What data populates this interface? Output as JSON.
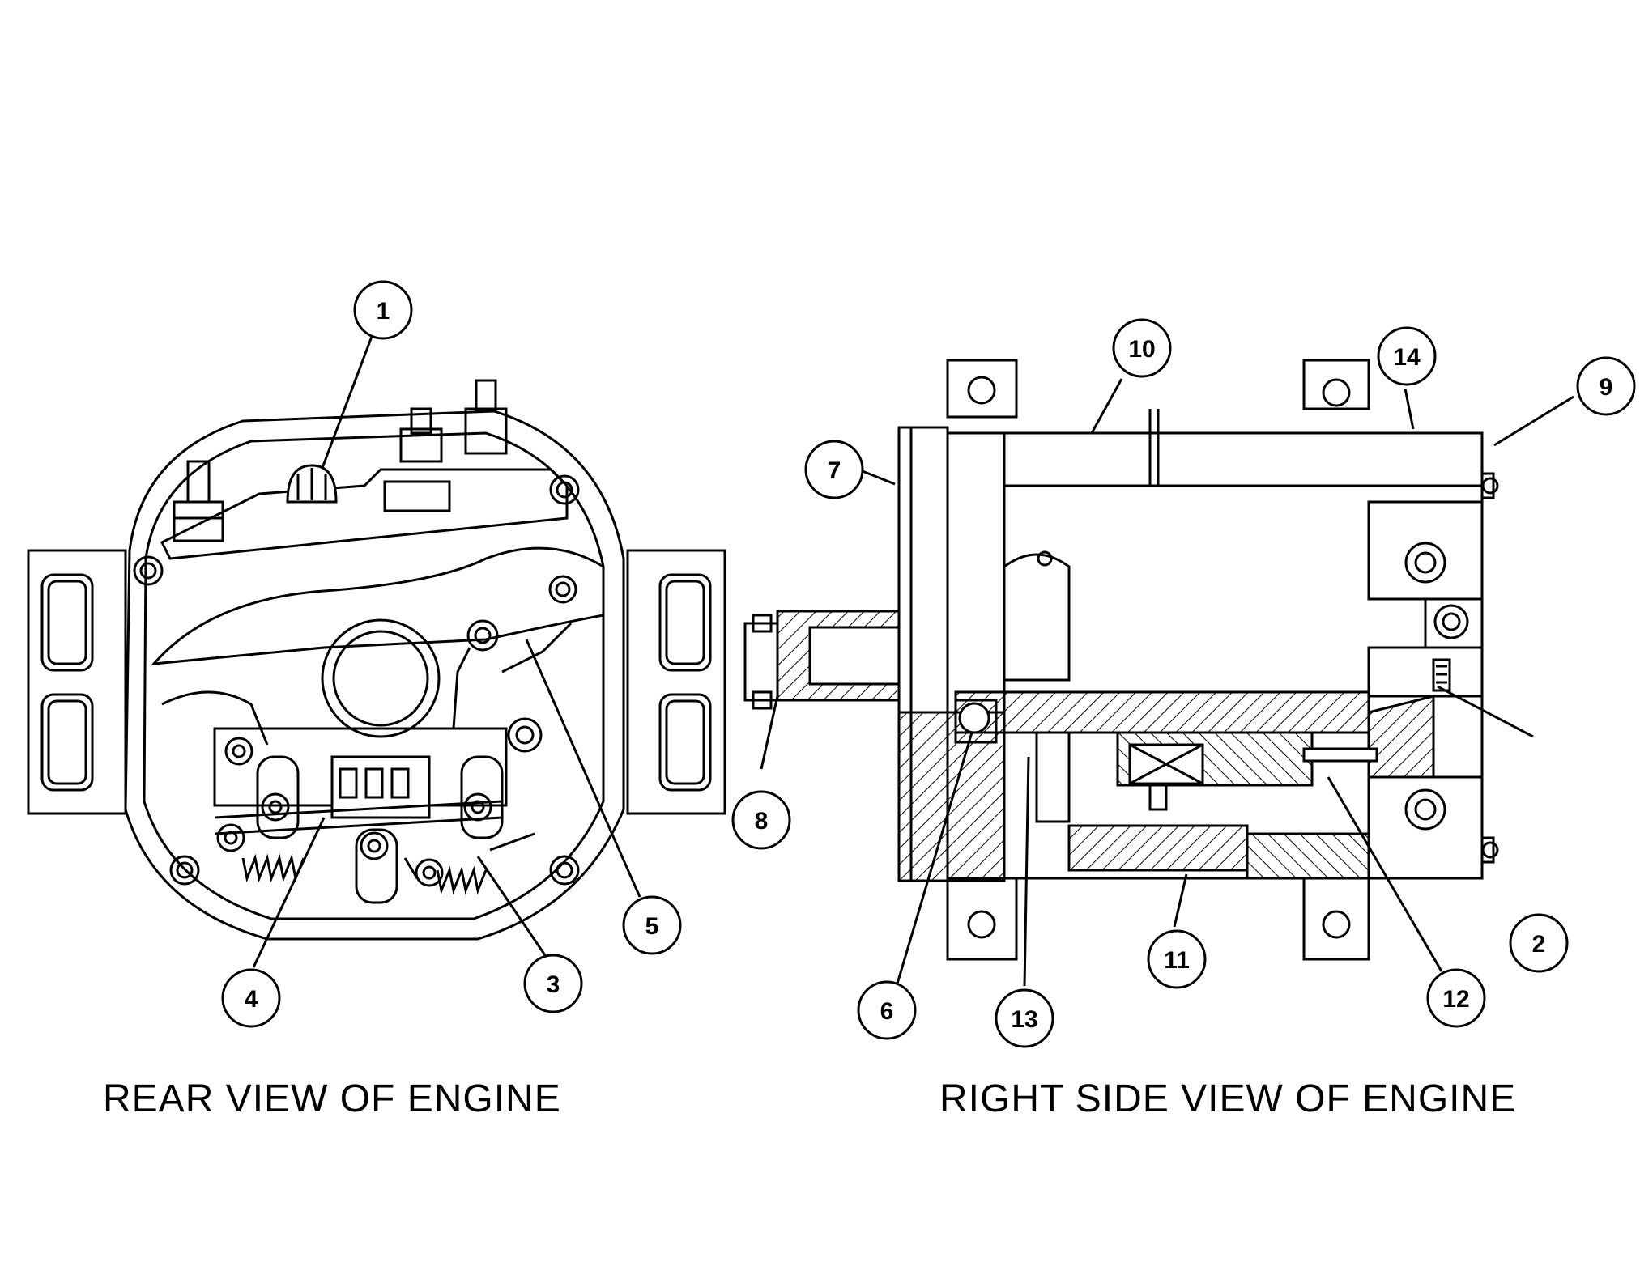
{
  "views": {
    "rear": {
      "title": "REAR VIEW OF ENGINE"
    },
    "side": {
      "title": "RIGHT SIDE VIEW OF ENGINE"
    }
  },
  "callouts": [
    {
      "id": "1",
      "label": "1"
    },
    {
      "id": "2",
      "label": "2"
    },
    {
      "id": "3",
      "label": "3"
    },
    {
      "id": "4",
      "label": "4"
    },
    {
      "id": "5",
      "label": "5"
    },
    {
      "id": "6",
      "label": "6"
    },
    {
      "id": "7",
      "label": "7"
    },
    {
      "id": "8",
      "label": "8"
    },
    {
      "id": "9",
      "label": "9"
    },
    {
      "id": "10",
      "label": "10"
    },
    {
      "id": "11",
      "label": "11"
    },
    {
      "id": "12",
      "label": "12"
    },
    {
      "id": "13",
      "label": "13"
    },
    {
      "id": "14",
      "label": "14"
    }
  ],
  "colors": {
    "line": "#000000",
    "background": "#ffffff"
  }
}
